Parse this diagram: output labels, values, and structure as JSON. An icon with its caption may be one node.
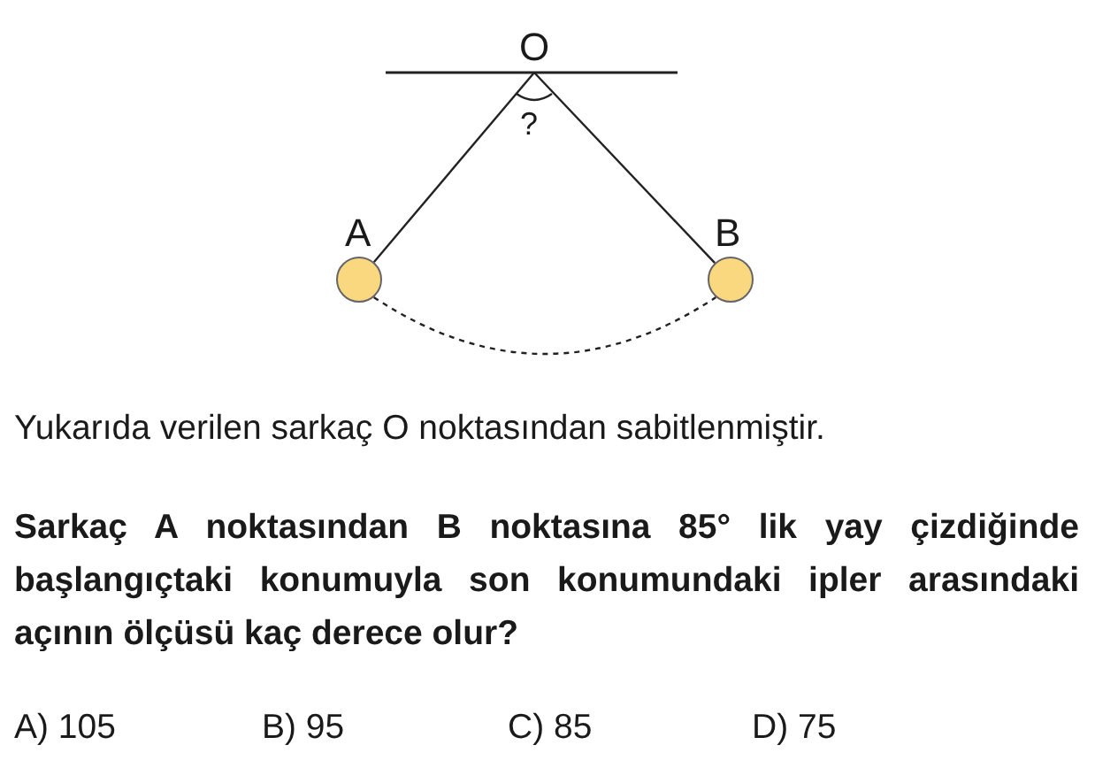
{
  "diagram": {
    "nodes": [
      {
        "text": [
          "O"
        ]
      },
      {
        "text": [],
        "shape": "circle",
        "beside": [
          "A"
        ]
      },
      {
        "text": [],
        "shape": "circle",
        "beside": [
          "B"
        ]
      }
    ],
    "edges": [
      {
        "from": 0,
        "to": 1,
        "arrow": "none"
      },
      {
        "from": 0,
        "to": 2,
        "arrow": "none"
      },
      {
        "from": 1,
        "to": 2,
        "arrow": "none",
        "style": "dashed"
      }
    ],
    "labels": [
      "?",
      "Yukarıda verilen sarkaç O noktasından sabitlenmiştir.",
      "Sarkaç A noktasından B noktasına 85° lik yay çizdiğinde başlangıçtaki konumuyla son konumundaki ipler arasındaki açının ölçüsü kaç derece olur?",
      "A) 105",
      "B) 95",
      "C) 85",
      "D) 75"
    ]
  }
}
